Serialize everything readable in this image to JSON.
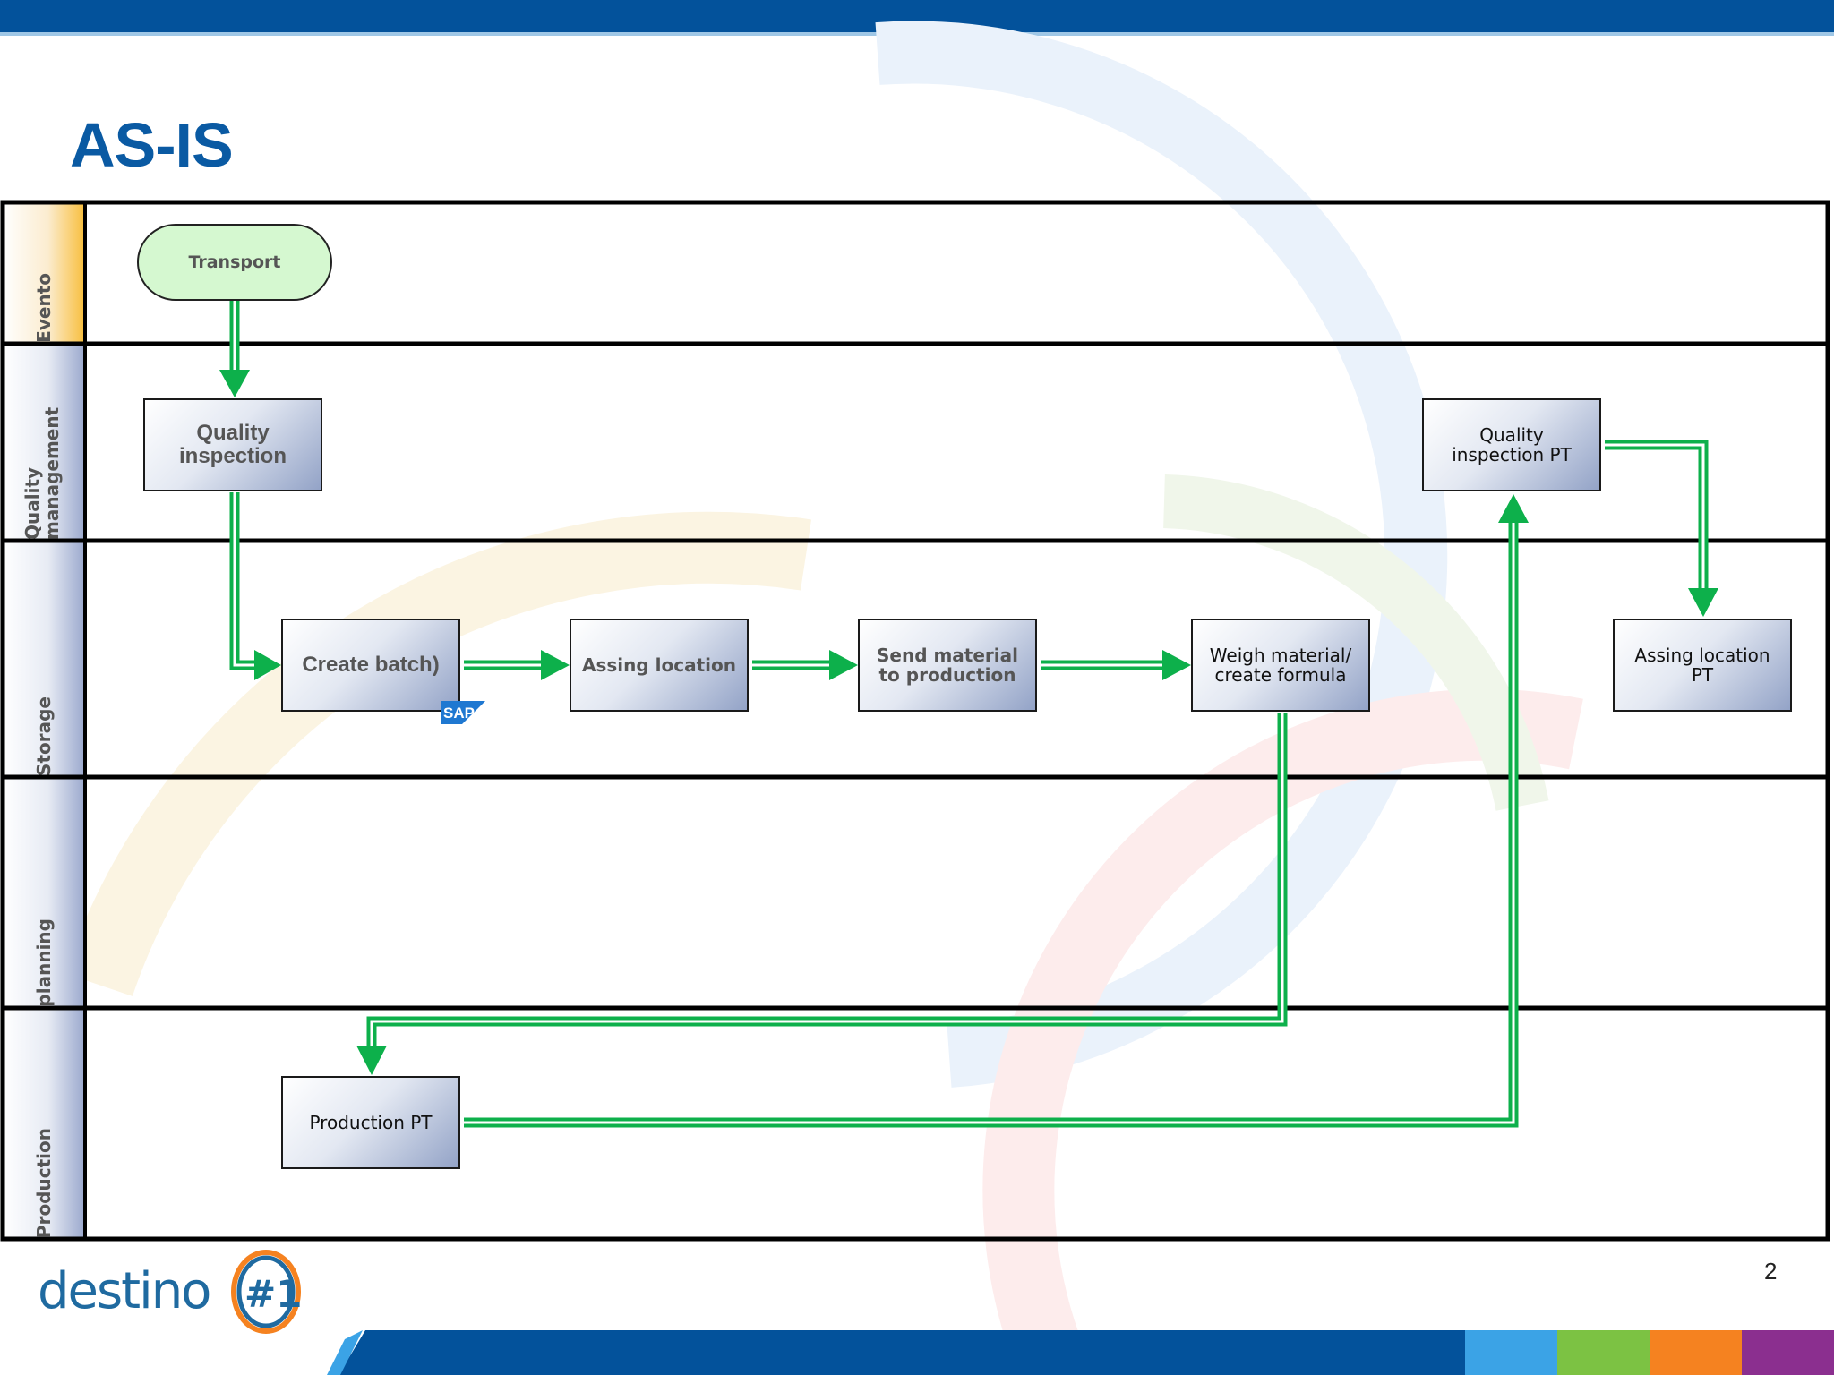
{
  "slide": {
    "title": "AS-IS",
    "page_number": "2"
  },
  "lanes": [
    {
      "label": "Evento"
    },
    {
      "label": "Quality management"
    },
    {
      "label": "Storage"
    },
    {
      "label": "planning"
    },
    {
      "label": "Production"
    }
  ],
  "nodes": {
    "transport": "Transport",
    "quality_inspection": "Quality inspection",
    "create_batch": "Create batch)",
    "assing_location": "Assing location",
    "send_material": "Send material to production",
    "weigh_material": "Weigh material/ create formula",
    "quality_inspection_pt": "Quality inspection PT",
    "assing_location_pt": "Assing location PT",
    "production_pt": "Production PT"
  },
  "sap_badge": "SAP",
  "logo": {
    "text": "destino",
    "badge": "#1"
  },
  "colors": {
    "brand_blue": "#03529b",
    "arrow_green": "#0db04b",
    "terminator_fill": "#d5f8d0",
    "stripe_light_blue": "#3ba3e6",
    "stripe_green": "#7cc243",
    "stripe_orange": "#f58220",
    "stripe_purple": "#8b2f8f"
  }
}
